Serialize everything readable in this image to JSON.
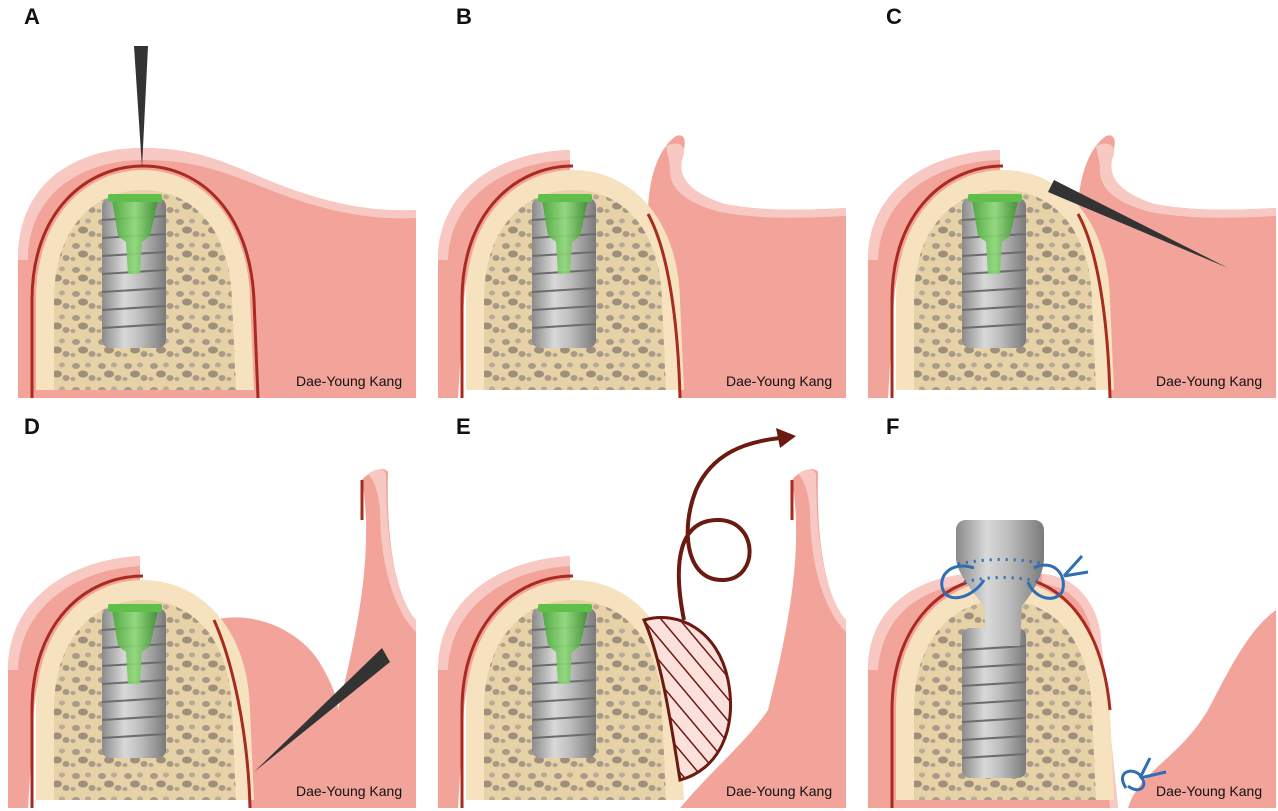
{
  "figure": {
    "panels": [
      {
        "label": "A",
        "credit": "Dae-Young Kang"
      },
      {
        "label": "B",
        "credit": "Dae-Young Kang"
      },
      {
        "label": "C",
        "credit": "Dae-Young Kang"
      },
      {
        "label": "D",
        "credit": "Dae-Young Kang"
      },
      {
        "label": "E",
        "credit": "Dae-Young Kang"
      },
      {
        "label": "F",
        "credit": "Dae-Young Kang"
      }
    ]
  },
  "colors": {
    "gingiva": "#f2a39a",
    "gingiva_light": "#f8c8c2",
    "gingiva_edge": "#a82b1f",
    "bone_cortex": "#f6e2bf",
    "bone_cancellous": "#e6d2a6",
    "bone_pores": "#a89a88",
    "implant": "#a8a8a8",
    "cover_screw": "#5fbf4a",
    "scalpel": "#333333",
    "arrow": "#6b1a10",
    "suture": "#2f6db5",
    "hatch": "#6b1a10"
  }
}
